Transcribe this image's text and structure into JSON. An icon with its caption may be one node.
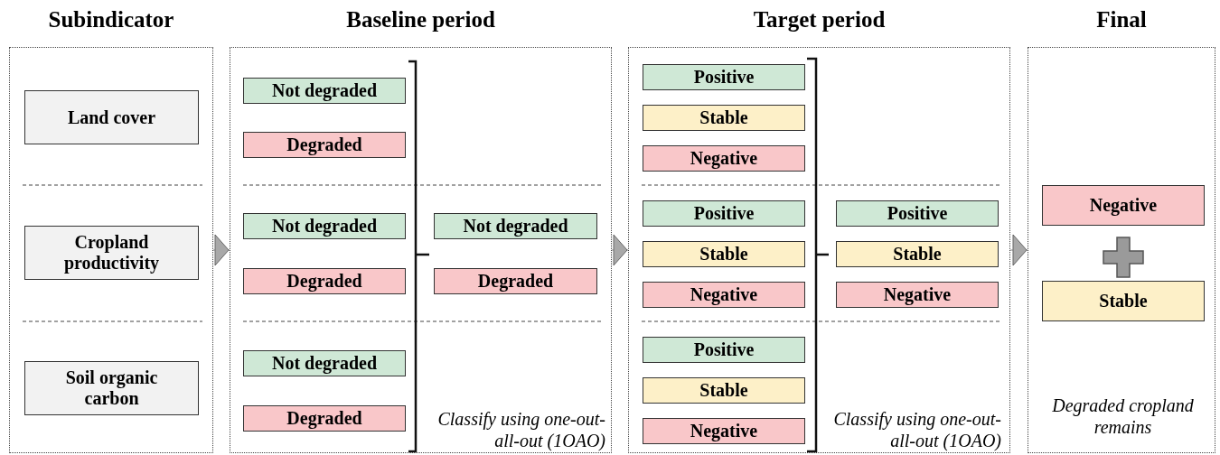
{
  "diagram": {
    "nodes": [
      {
        "text": [
          "Subindicator"
        ]
      },
      {
        "text": [
          "Land cover"
        ],
        "in": 0
      },
      {
        "text": [
          "Cropland productivity"
        ],
        "in": 0
      },
      {
        "text": [
          "Soil organic carbon"
        ],
        "in": 0
      },
      {
        "text": [
          "Baseline period"
        ]
      },
      {
        "text": [
          "Not degraded"
        ],
        "in": 4
      },
      {
        "text": [
          "Degraded"
        ],
        "in": 4
      },
      {
        "text": [
          "Not degraded"
        ],
        "in": 4
      },
      {
        "text": [
          "Degraded"
        ],
        "in": 4
      },
      {
        "text": [
          "Not degraded"
        ],
        "in": 4
      },
      {
        "text": [
          "Degraded"
        ],
        "in": 4
      },
      {
        "text": [
          "Not degraded"
        ],
        "in": 4
      },
      {
        "text": [
          "Degraded"
        ],
        "in": 4
      },
      {
        "text": [
          "Target period"
        ]
      },
      {
        "text": [
          "Positive"
        ],
        "in": 13
      },
      {
        "text": [
          "Stable"
        ],
        "in": 13
      },
      {
        "text": [
          "Negative"
        ],
        "in": 13
      },
      {
        "text": [
          "Positive"
        ],
        "in": 13
      },
      {
        "text": [
          "Stable"
        ],
        "in": 13
      },
      {
        "text": [
          "Negative"
        ],
        "in": 13
      },
      {
        "text": [
          "Positive"
        ],
        "in": 13
      },
      {
        "text": [
          "Stable"
        ],
        "in": 13
      },
      {
        "text": [
          "Negative"
        ],
        "in": 13
      },
      {
        "text": [
          "Positive"
        ],
        "in": 13
      },
      {
        "text": [
          "Stable"
        ],
        "in": 13
      },
      {
        "text": [
          "Negative"
        ],
        "in": 13
      },
      {
        "text": [
          "Final"
        ]
      },
      {
        "text": [
          "Negative"
        ],
        "in": 26
      },
      {
        "text": [
          "Stable"
        ],
        "in": 26
      }
    ],
    "edges": [
      {
        "from": 0,
        "to": 4,
        "arrow": "to"
      },
      {
        "from": 4,
        "to": 13,
        "arrow": "to"
      },
      {
        "from": 13,
        "to": 26,
        "arrow": "to"
      }
    ],
    "labels": [
      "Classify using one-out-all-out (1OAO)",
      "Classify using one-out-all-out (1OAO)",
      "Degraded cropland remains"
    ]
  }
}
